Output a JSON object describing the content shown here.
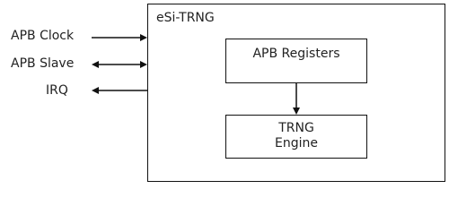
{
  "signals": {
    "apb_clock": "APB Clock",
    "apb_slave": "APB Slave",
    "irq": "IRQ"
  },
  "module": {
    "title": "eSi-TRNG",
    "registers_label": "APB Registers",
    "engine_label_line1": "TRNG",
    "engine_label_line2": "Engine"
  },
  "colors": {
    "line": "#111111",
    "text": "#222222"
  }
}
